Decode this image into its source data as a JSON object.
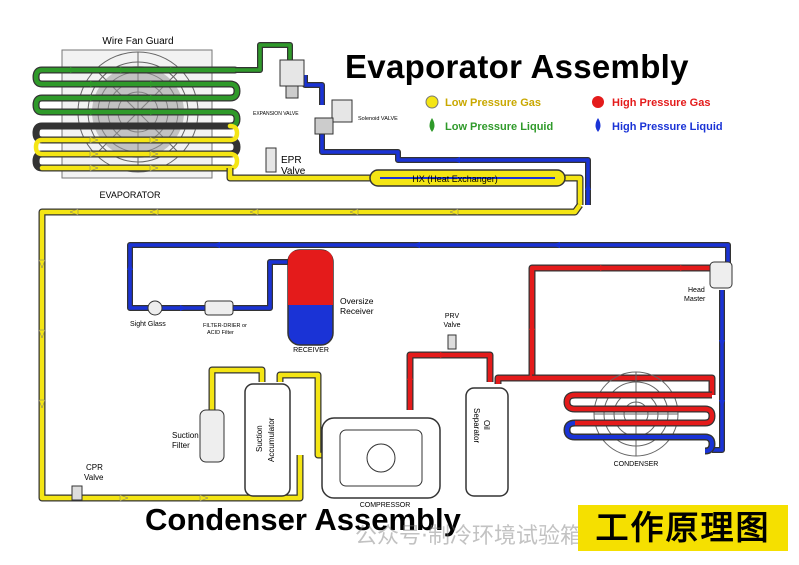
{
  "titles": {
    "evaporator_assembly": "Evaporator Assembly",
    "condenser_assembly": "Condenser Assembly",
    "chinese_banner": "工作原理图",
    "watermark": "公众号·制冷环境试验箱"
  },
  "legend": {
    "low_pressure_gas": "Low Pressure Gas",
    "low_pressure_liquid": "Low Pressure Liquid",
    "high_pressure_gas": "High Pressure Gas",
    "high_pressure_liquid": "High Pressure Liquid"
  },
  "labels": {
    "wire_fan_guard": "Wire Fan Guard",
    "evaporator": "EVAPORATOR",
    "expansion_valve": "EXPANSION VALVE",
    "solenoid_valve": "Solenoid VALVE",
    "epr": "EPR",
    "valve": "Valve",
    "hx": "HX (Heat Exchanger)",
    "sight_glass": "Sight Glass",
    "filter_drier_1": "FILTER-DRIER or",
    "filter_drier_2": "ACID Filter",
    "oversize": "Oversize",
    "receiver_lower": "Receiver",
    "receiver_caps": "RECEIVER",
    "prv": "PRV",
    "head": "Head",
    "master": "Master",
    "suction_accumulator_1": "Suction",
    "suction_accumulator_2": "Accumulator",
    "suction_filter_1": "Suction",
    "suction_filter_2": "Filter",
    "oil_separator_1": "Oil",
    "oil_separator_2": "Separator",
    "compressor": "COMPRESSOR",
    "condenser": "CONDENSER",
    "cpr": "CPR"
  },
  "colors": {
    "low_pressure_gas": "#f4e514",
    "low_pressure_liquid": "#2f9a2a",
    "high_pressure_gas": "#e41b1b",
    "high_pressure_liquid": "#1a33d6",
    "line_outline": "#333333"
  }
}
